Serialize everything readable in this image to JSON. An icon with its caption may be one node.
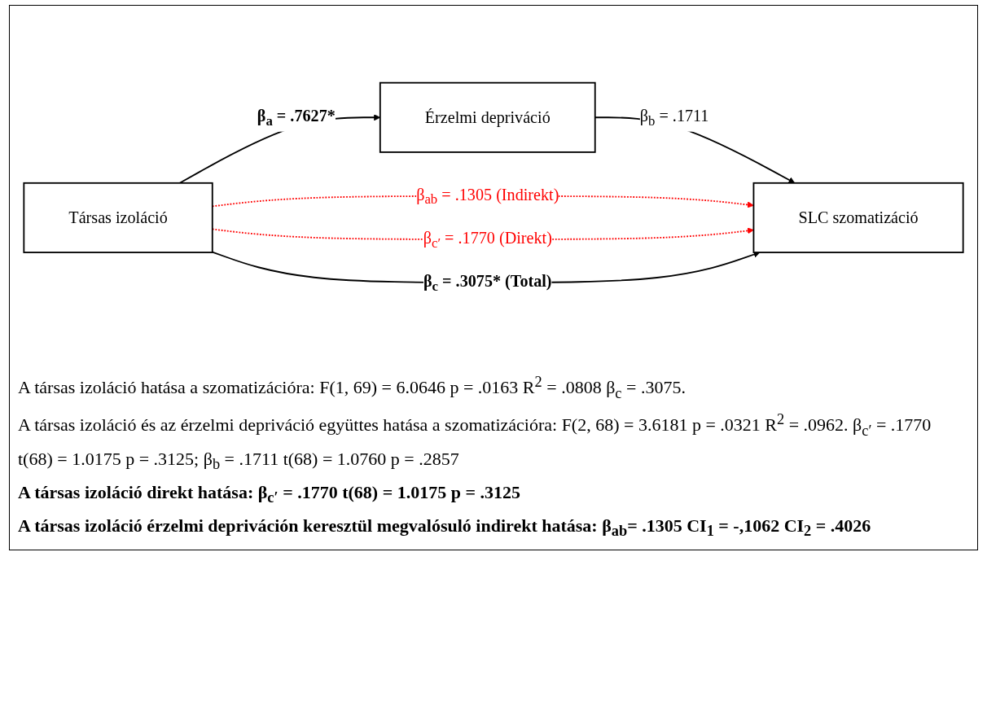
{
  "diagram": {
    "nodes": [
      {
        "text": [
          "Érzelmi depriváció"
        ]
      },
      {
        "text": [
          "Társas izoláció"
        ]
      },
      {
        "text": [
          "SLC szomatizáció"
        ]
      }
    ],
    "edges": [
      {
        "from": 1,
        "to": 0,
        "arrow": "to",
        "label": "β$_{a}$ = .7627*"
      },
      {
        "from": 0,
        "to": 2,
        "arrow": "to",
        "label": "β$_{b}$ = .1711"
      },
      {
        "from": 1,
        "to": 2,
        "arrow": "to",
        "label": "β$_{ab}$ = .1305 (Indirekt)",
        "style": "dashed",
        "color": "#ff0000"
      },
      {
        "from": 1,
        "to": 2,
        "arrow": "to",
        "label": "β$_{c′}$ = .1770 (Direkt)",
        "style": "dashed",
        "color": "#ff0000"
      },
      {
        "from": 1,
        "to": 2,
        "arrow": "to",
        "label": "β$_{c}$ = .3075* (Total)"
      }
    ],
    "labels": [
      "A társas izoláció hatása a szomatizációra: F(1, 69) = 6.0646 p = .0163 R$^{2}$ = .0808 β$_{c}$ = .3075.",
      "A társas izoláció és az érzelmi depriváció együttes hatása a szomatizációra: F(2, 68) = 3.6181 p = .0321 R$^{2}$ = .0962. β$_{c′}$ = .1770 t(68) = 1.0175 p = .3125; β$_{b}$ = .1711 t(68) = 1.0760 p = .2857",
      "A társas izoláció direkt hatása: β$_{c′}$ = .1770 t(68) = 1.0175 p = .3125",
      "A társas izoláció érzelmi depriváción keresztül megvalósuló indirekt hatása: β$_{ab}$= .1305 CI$_{1}$ = -,1062 CI$_{2}$ = .4026"
    ]
  }
}
